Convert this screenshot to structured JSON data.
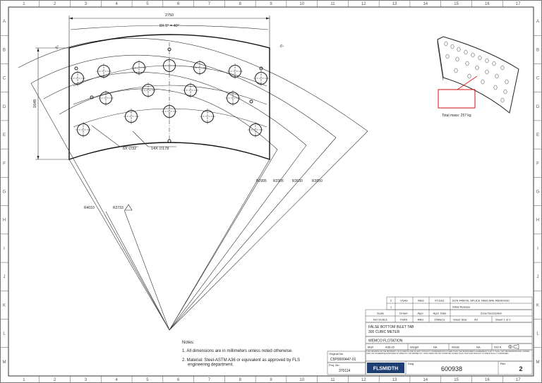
{
  "sheet": {
    "columns": [
      "1",
      "2",
      "3",
      "4",
      "5",
      "6",
      "7",
      "8",
      "9",
      "10",
      "11",
      "12",
      "13",
      "14",
      "15",
      "16",
      "17"
    ],
    "rows": [
      "A",
      "B",
      "C",
      "D",
      "E",
      "F",
      "G",
      "H",
      "I",
      "J",
      "K",
      "L",
      "M"
    ]
  },
  "dims": {
    "width": "2750",
    "pitch": "8X 5° = 40°",
    "height": "1648",
    "angle_left": "5°",
    "angle_right": "5°",
    "holes_small": "6X ∅32",
    "holes_large": "14X ∅178",
    "radii": [
      "R2995",
      "R3305",
      "R3630",
      "R3850"
    ],
    "r_outer": "R4010",
    "r_inner": "R2733"
  },
  "iso": {
    "mass": "Total mass: 257 kg"
  },
  "notes": {
    "heading": "Notes:",
    "items": [
      "1. All dimensions are in millimeters unless noted otherwise.",
      "2. Material: Steel-ASTM A36 or equivalent as approved by FLS engineering department."
    ]
  },
  "titleblock": {
    "rev_rows": [
      [
        "2",
        "VSAS",
        "RBG",
        "07Jul11",
        "ECN #45078, SPLICE TABS ARE REMOVED"
      ],
      [
        "1",
        "",
        "",
        "",
        "Initial Release"
      ]
    ],
    "rev_headers": [
      "Scale",
      "Drawn",
      "Appr.",
      "Appr. Date",
      "Zone Description"
    ],
    "scale": "NO SCALE",
    "drawn": "VSAS",
    "appr": "RBG",
    "appr_date": "25Mar11",
    "sheet_size_label": "Sheet Size:",
    "sheet_size": "A3",
    "sheet_label": "Sheet 1 of 1",
    "title_line1": "FALSE BOTTOM INLET TAB",
    "title_line2": "300 CUBIC METER",
    "company": "WEMCO FLOTATION",
    "mat_label": "Mat'l",
    "mat": "A36-05",
    "weight_label": "Weight",
    "weight": "NA",
    "welds_label": "Welds",
    "welds": "NA",
    "iso_label": "ISO A",
    "original_label": "Original No.",
    "original_no": "C5P0000447-01",
    "proj_label": "Proj. No.",
    "proj_no": "370114",
    "logo": "FLSMIDTH",
    "dwg_label": "Dwg.",
    "dwg_no": "600938",
    "rev_label": "Rev.",
    "rev": "2",
    "proprietary": "THIS DRAWING IS THE PROPERTY OF FLSMIDTH AND IS LENT WITHOUT CONSIDERATION OTHER THAN THE BORROWER'S AGREEMENT THAT IT SHALL NOT BE REPRODUCED, COPIED, LENT OR OTHERWISE DISPOSED OF DIRECTLY OR INDIRECTLY, NOR USED FOR ANY PURPOSE OTHER THAN THAT FOR WHICH IT IS SPECIFICALLY FURNISHED."
  }
}
